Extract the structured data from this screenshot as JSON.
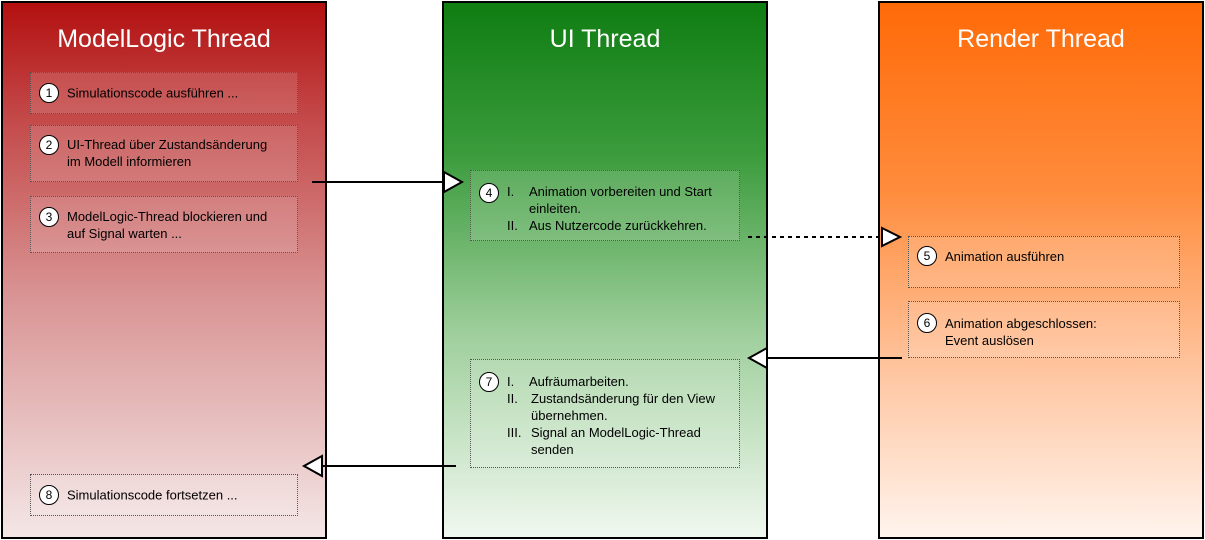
{
  "columns": {
    "model": {
      "title": "ModelLogic Thread"
    },
    "ui": {
      "title": "UI Thread"
    },
    "render": {
      "title": "Render Thread"
    }
  },
  "steps": {
    "s1": {
      "num": "1",
      "text": "Simulationscode ausführen ..."
    },
    "s2": {
      "num": "2",
      "line1": "UI-Thread über Zustandsänderung",
      "line2": "im Modell informieren"
    },
    "s3": {
      "num": "3",
      "line1": "ModelLogic-Thread blockieren und",
      "line2": "auf Signal warten ..."
    },
    "s4": {
      "num": "4",
      "items": [
        {
          "n": "I.",
          "text": "Animation vorbereiten und Start einleiten."
        },
        {
          "n": "II.",
          "text": "Aus Nutzercode zurückkehren."
        }
      ]
    },
    "s5": {
      "num": "5",
      "text": "Animation ausführen"
    },
    "s6": {
      "num": "6",
      "line1": "Animation abgeschlossen:",
      "line2": "Event auslösen"
    },
    "s7": {
      "num": "7",
      "items": [
        {
          "n": "I.",
          "text": "Aufräumarbeiten."
        },
        {
          "n": "II.",
          "text": "Zustandsänderung für den View übernehmen."
        },
        {
          "n": "III.",
          "text": "Signal an ModelLogic-Thread senden"
        }
      ]
    },
    "s8": {
      "num": "8",
      "text": "Simulationscode fortsetzen ..."
    }
  },
  "colors": {
    "model": "#b31010",
    "ui": "#0f7d12",
    "render": "#ff6a08"
  }
}
